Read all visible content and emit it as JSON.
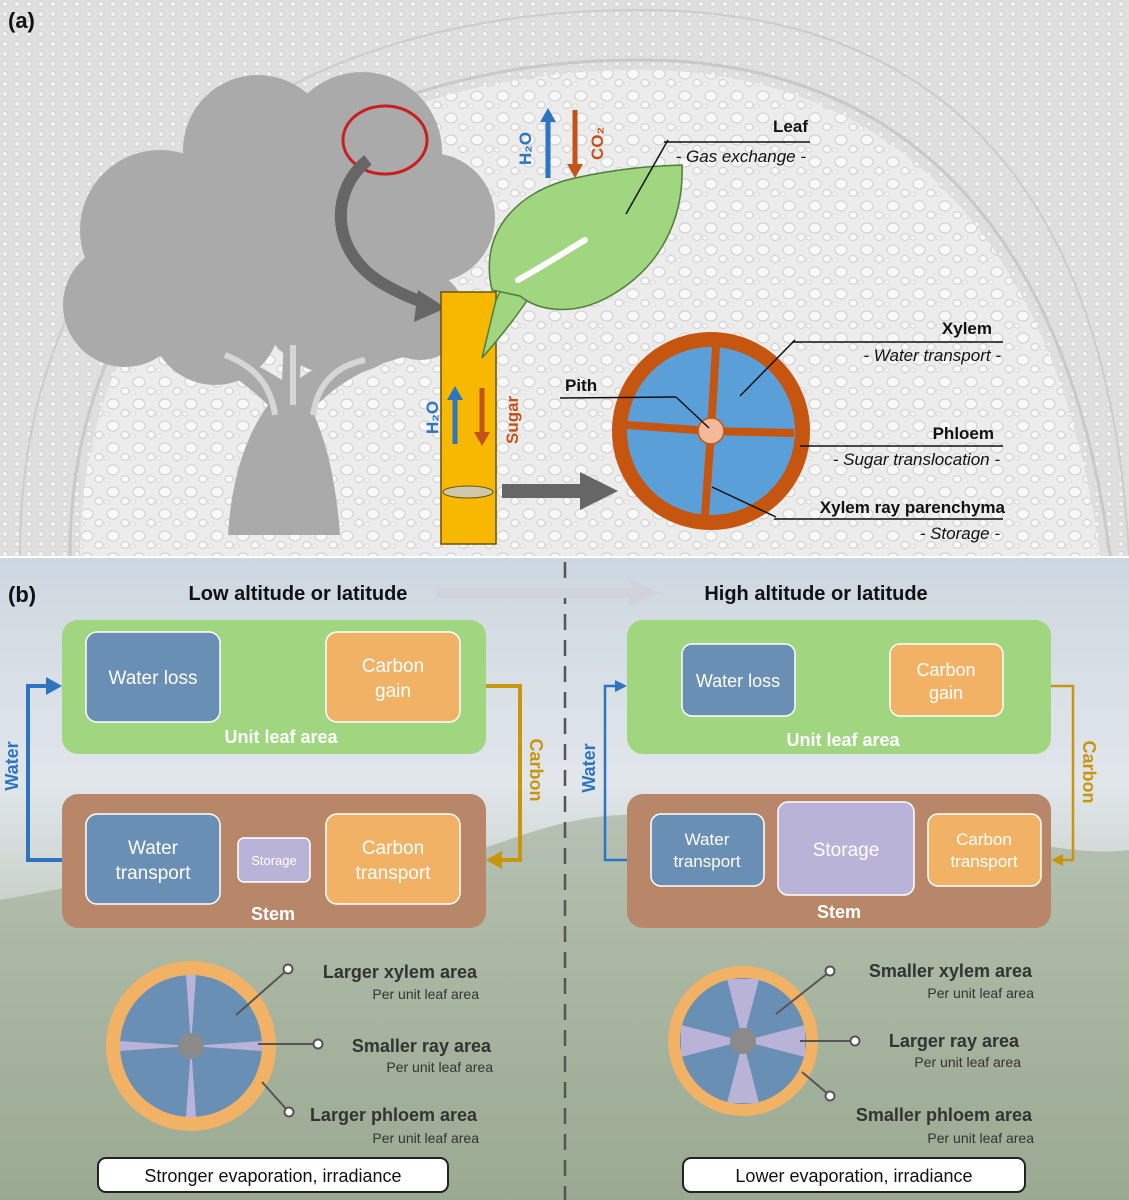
{
  "panel_a": {
    "label": "(a)",
    "leaf_gas": {
      "h2o": "H₂O",
      "co2": "CO₂"
    },
    "stem_flow": {
      "h2o": "H₂O",
      "sugar": "Sugar"
    },
    "leaf_label": {
      "title": "Leaf",
      "subtitle": "- Gas exchange -"
    },
    "xylem_label": {
      "title": "Xylem",
      "subtitle": "- Water transport -"
    },
    "pith_label": "Pith",
    "phloem_label": {
      "title": "Phloem",
      "subtitle": "- Sugar translocation -"
    },
    "ray_label": {
      "title": "Xylem ray parenchyma",
      "subtitle": "- Storage -"
    }
  },
  "panel_b": {
    "label": "(b)",
    "low": {
      "heading": "Low altitude or latitude",
      "leaf_box": {
        "water_loss": "Water loss",
        "carbon_gain_1": "Carbon",
        "carbon_gain_2": "gain",
        "label": "Unit leaf area"
      },
      "stem_box": {
        "water_transport_1": "Water",
        "water_transport_2": "transport",
        "storage": "Storage",
        "carbon_transport_1": "Carbon",
        "carbon_transport_2": "transport",
        "label": "Stem"
      },
      "water_arrow": "Water",
      "carbon_arrow": "Carbon",
      "section": {
        "xylem": "Larger xylem area",
        "xylem_sub": "Per unit leaf area",
        "ray": "Smaller ray area",
        "ray_sub": "Per unit leaf area",
        "phloem": "Larger phloem area",
        "phloem_sub": "Per unit leaf area"
      },
      "footer": "Stronger evaporation, irradiance"
    },
    "high": {
      "heading": "High altitude or latitude",
      "leaf_box": {
        "water_loss": "Water loss",
        "carbon_gain_1": "Carbon",
        "carbon_gain_2": "gain",
        "label": "Unit leaf area"
      },
      "stem_box": {
        "water_transport_1": "Water",
        "water_transport_2": "transport",
        "storage": "Storage",
        "carbon_transport_1": "Carbon",
        "carbon_transport_2": "transport",
        "label": "Stem"
      },
      "water_arrow": "Water",
      "carbon_arrow": "Carbon",
      "section": {
        "xylem": "Smaller xylem area",
        "xylem_sub": "Per unit leaf area",
        "ray": "Larger ray area",
        "ray_sub": "Per unit leaf area",
        "phloem": "Smaller phloem area",
        "phloem_sub": "Per unit leaf area"
      },
      "footer": "Lower evaporation, irradiance"
    }
  },
  "colors": {
    "water": "#2e74c0",
    "carbon": "#c8960e",
    "sugar": "#c4531a",
    "leaf_green": "#9fd67f",
    "stem_brown": "#b8876a",
    "xylem_blue": "#6a8fb5",
    "storage_lilac": "#b9b3d8",
    "carbon_orange": "#f2b266",
    "stem_yellow": "#f6b800",
    "phloem_orange": "#c6550f",
    "xylem_light_blue": "#5b9fd8",
    "pith_peach": "#f4b89a"
  }
}
